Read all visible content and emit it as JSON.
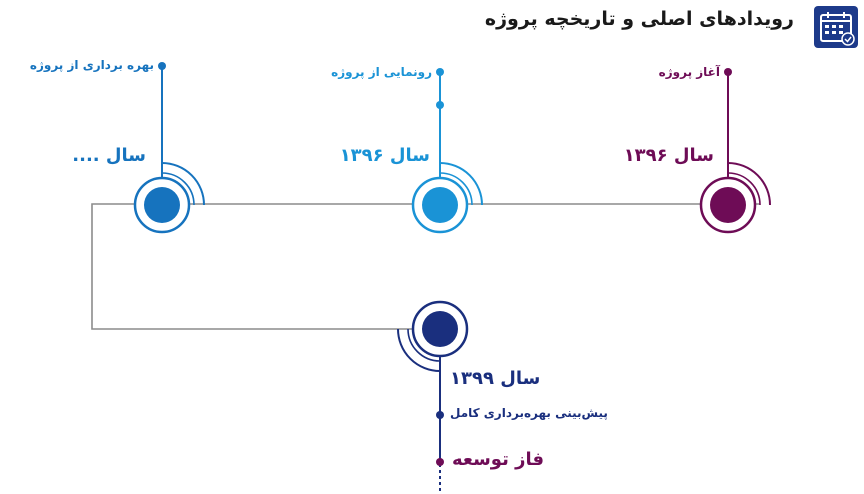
{
  "title": "رویدادهای اصلی و تاریخچه پروژه",
  "icons": {
    "header": "calendar-icon"
  },
  "colors": {
    "purple": "#6e0c56",
    "light_blue": "#1a93d6",
    "mid_blue": "#1673be",
    "navy": "#1a2f7e",
    "line": "#8c8c8c"
  },
  "events": [
    {
      "label": "آغاز پروژه",
      "year": "سال ۱۳۹۶"
    },
    {
      "label": "رونمایی از پروژه",
      "year": "سال ۱۳۹۶"
    },
    {
      "label": "بهره برداری از پروژه",
      "year": "سال ...."
    },
    {
      "label": "پیش‌بینی بهره‌برداری کامل",
      "year": "سال ۱۳۹۹"
    }
  ],
  "phase": "فاز توسعه"
}
